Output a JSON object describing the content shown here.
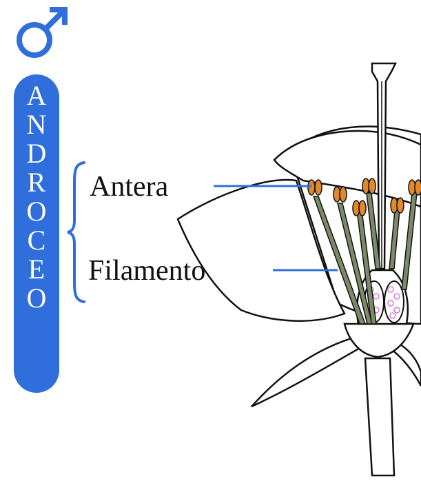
{
  "header": {
    "symbol_icon": "male-symbol-icon",
    "symbol_color": "#2f6edb"
  },
  "banner": {
    "letters": [
      "A",
      "N",
      "D",
      "R",
      "O",
      "C",
      "E",
      "O"
    ],
    "color": "#2f6edb",
    "text_color": "#ffffff"
  },
  "labels": {
    "antera": "Antera",
    "filamento": "Filamento"
  },
  "colors": {
    "leader_line": "#2f6edb",
    "anther": "#e0882a",
    "filament": "#7d8a6a",
    "ovule": "#e07ad8"
  }
}
